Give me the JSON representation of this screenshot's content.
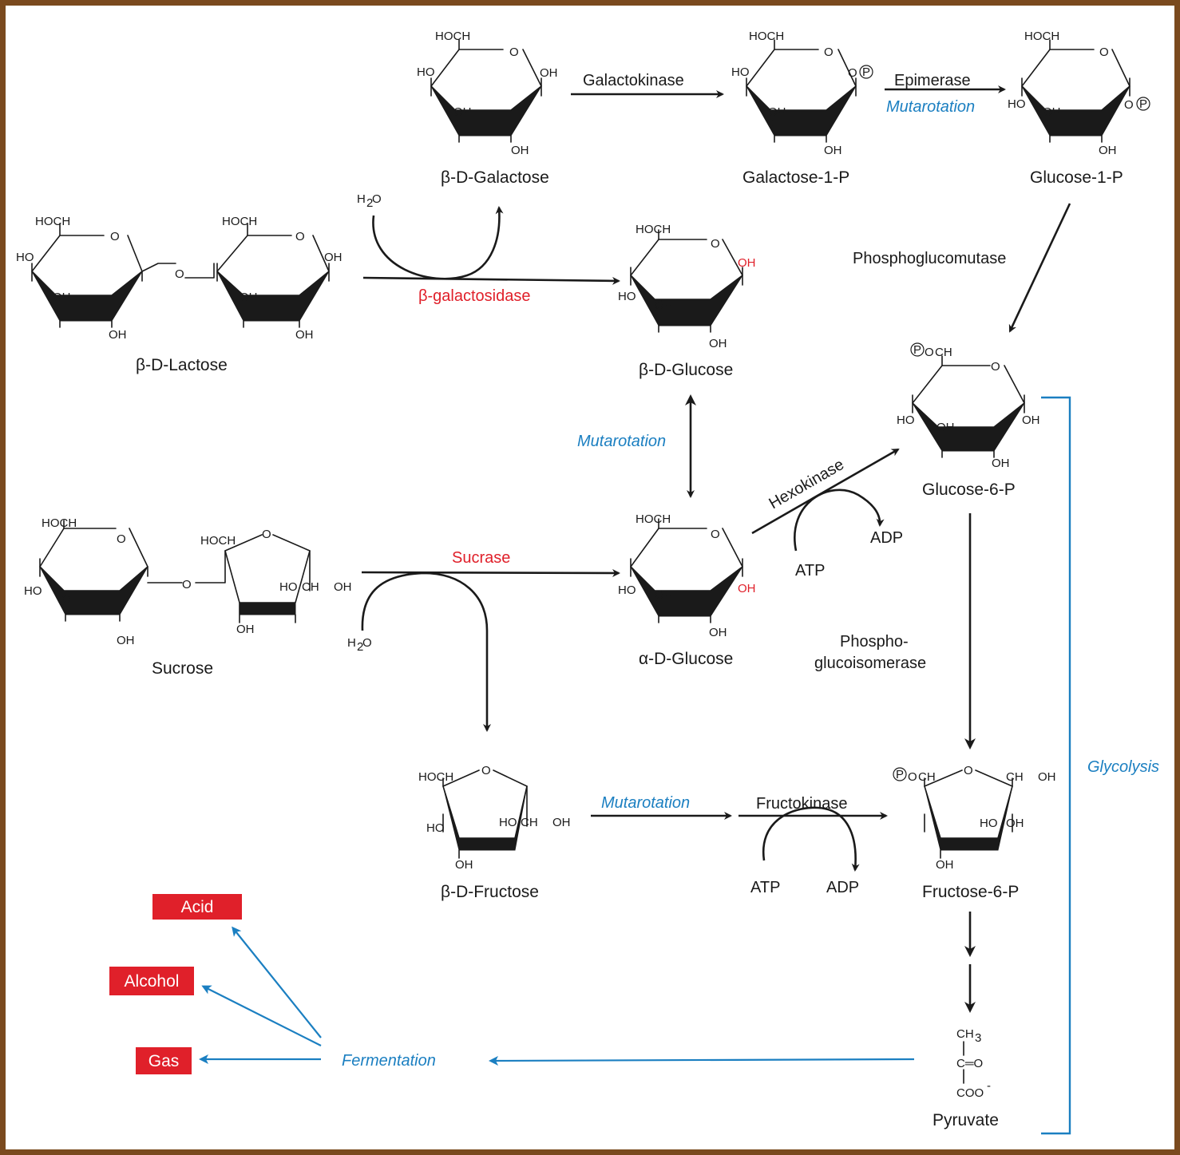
{
  "colors": {
    "frame": "#7a4a1e",
    "enzyme_red": "#e0202a",
    "process_blue": "#1b7fc1",
    "product_box": "#e0202a"
  },
  "compounds": {
    "lactose": "β-D-Lactose",
    "galactose": "β-D-Galactose",
    "galactose_1p": "Galactose-1-P",
    "glucose_1p": "Glucose-1-P",
    "beta_glucose": "β-D-Glucose",
    "glucose_6p": "Glucose-6-P",
    "sucrose": "Sucrose",
    "alpha_glucose": "α-D-Glucose",
    "fructose": "β-D-Fructose",
    "fructose_6p": "Fructose-6-P",
    "pyruvate": "Pyruvate"
  },
  "enzymes": {
    "galactokinase": "Galactokinase",
    "epimerase": "Epimerase",
    "phosphoglucomutase": "Phosphoglucomutase",
    "beta_galactosidase": "β-galactosidase",
    "sucrase": "Sucrase",
    "hexokinase": "Hexokinase",
    "phosphoglucoisomerase_1": "Phospho-",
    "phosphoglucoisomerase_2": "glucoisomerase",
    "fructokinase": "Fructokinase"
  },
  "processes": {
    "mutarotation_1": "Mutarotation",
    "mutarotation_2": "Mutarotation",
    "mutarotation_3": "Mutarotation",
    "glycolysis": "Glycolysis",
    "fermentation": "Fermentation"
  },
  "cofactors": {
    "atp_1": "ATP",
    "adp_1": "ADP",
    "atp_2": "ATP",
    "adp_2": "ADP"
  },
  "products": {
    "acid": "Acid",
    "alcohol": "Alcohol",
    "gas": "Gas"
  },
  "atoms": {
    "o": "O",
    "oh": "OH",
    "ho": "HO",
    "hoch2": "HOCH",
    "ch2oh_a": "CH",
    "ch2oh_b": "OH",
    "sub2": "2",
    "p": "P",
    "h2o_h": "H",
    "h2o_o": "O",
    "ch3": "CH",
    "sub3": "3",
    "c_eq_o": "C═O",
    "coo": "COO",
    "minus": "-"
  }
}
